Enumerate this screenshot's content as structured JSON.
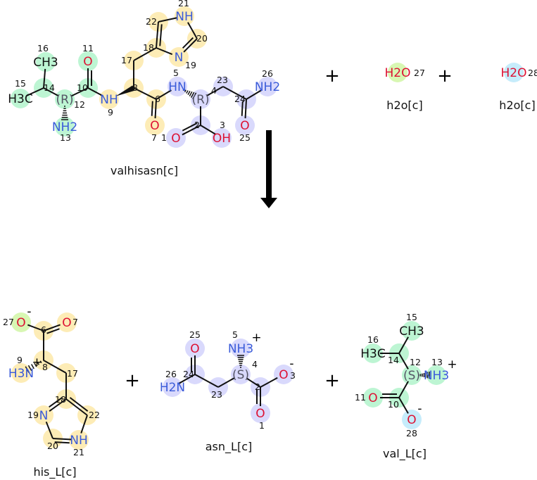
{
  "colors": {
    "green": "#bdf5d3",
    "yellow": "#fdecb6",
    "blue": "#d9d9fc",
    "lime": "#d8f7b3",
    "cyan": "#c6ecfb",
    "O": "#dd1133",
    "N": "#3a5bd9",
    "C": "#111111",
    "stereo": "#555566"
  },
  "reaction": {
    "plus": "+",
    "arrow": "reaction-arrow"
  },
  "molecules": [
    {
      "id": "valhisasn",
      "name": "valhisasn[c]",
      "atoms": [
        {
          "i": "16",
          "l": "CH3",
          "g": "green"
        },
        {
          "i": "14",
          "l": "",
          "g": "green"
        },
        {
          "i": "15",
          "l": "H3C",
          "g": "green"
        },
        {
          "i": "12",
          "l": "(R)",
          "g": "green"
        },
        {
          "i": "13",
          "l": "NH2",
          "g": "green"
        },
        {
          "i": "10",
          "l": "",
          "g": "green"
        },
        {
          "i": "11",
          "l": "O",
          "g": "green"
        },
        {
          "i": "9",
          "l": "NH",
          "g": "yellow"
        },
        {
          "i": "8",
          "l": "",
          "g": "yellow"
        },
        {
          "i": "17",
          "l": "",
          "g": "yellow"
        },
        {
          "i": "18",
          "l": "",
          "g": "yellow"
        },
        {
          "i": "22",
          "l": "",
          "g": "yellow"
        },
        {
          "i": "21",
          "l": "NH",
          "g": "yellow"
        },
        {
          "i": "20",
          "l": "",
          "g": "yellow"
        },
        {
          "i": "19",
          "l": "N",
          "g": "yellow"
        },
        {
          "i": "6",
          "l": "",
          "g": "yellow"
        },
        {
          "i": "7",
          "l": "O",
          "g": "yellow"
        },
        {
          "i": "5",
          "l": "HN",
          "g": "blue"
        },
        {
          "i": "4",
          "l": "(R)",
          "g": "blue"
        },
        {
          "i": "23",
          "l": "",
          "g": "blue"
        },
        {
          "i": "24",
          "l": "",
          "g": "blue"
        },
        {
          "i": "26",
          "l": "NH2",
          "g": "blue"
        },
        {
          "i": "25",
          "l": "O",
          "g": "blue"
        },
        {
          "i": "2",
          "l": "",
          "g": "blue"
        },
        {
          "i": "1",
          "l": "O",
          "g": "blue"
        },
        {
          "i": "3",
          "l": "OH",
          "g": "blue"
        }
      ]
    },
    {
      "id": "h2o27",
      "name": "h2o[c]",
      "atoms": [
        {
          "i": "27",
          "l": "H2O",
          "g": "lime"
        }
      ]
    },
    {
      "id": "h2o28",
      "name": "h2o[c]",
      "atoms": [
        {
          "i": "28",
          "l": "H2O",
          "g": "cyan"
        }
      ]
    },
    {
      "id": "his",
      "name": "his_L[c]",
      "atoms": [
        {
          "i": "27",
          "l": "O",
          "g": "lime",
          "c": "-"
        },
        {
          "i": "6",
          "l": "",
          "g": "yellow"
        },
        {
          "i": "7",
          "l": "O",
          "g": "yellow"
        },
        {
          "i": "8",
          "l": "",
          "g": "yellow"
        },
        {
          "i": "9",
          "l": "H3N",
          "g": "yellow",
          "c": "+"
        },
        {
          "i": "17",
          "l": "",
          "g": "yellow"
        },
        {
          "i": "18",
          "l": "",
          "g": "yellow"
        },
        {
          "i": "19",
          "l": "N",
          "g": "yellow"
        },
        {
          "i": "22",
          "l": "",
          "g": "yellow"
        },
        {
          "i": "20",
          "l": "",
          "g": "yellow"
        },
        {
          "i": "21",
          "l": "NH",
          "g": "yellow"
        }
      ]
    },
    {
      "id": "asn",
      "name": "asn_L[c]",
      "atoms": [
        {
          "i": "25",
          "l": "O",
          "g": "blue"
        },
        {
          "i": "24",
          "l": "",
          "g": "blue"
        },
        {
          "i": "26",
          "l": "H2N",
          "g": "blue"
        },
        {
          "i": "23",
          "l": "",
          "g": "blue"
        },
        {
          "i": "4",
          "l": "(S)",
          "g": "blue"
        },
        {
          "i": "5",
          "l": "NH3",
          "g": "blue",
          "c": "+"
        },
        {
          "i": "2",
          "l": "",
          "g": "blue"
        },
        {
          "i": "3",
          "l": "O",
          "g": "blue",
          "c": "-"
        },
        {
          "i": "1",
          "l": "O",
          "g": "blue"
        }
      ]
    },
    {
      "id": "val",
      "name": "val_L[c]",
      "atoms": [
        {
          "i": "15",
          "l": "CH3",
          "g": "green"
        },
        {
          "i": "16",
          "l": "H3C",
          "g": "green"
        },
        {
          "i": "14",
          "l": "",
          "g": "green"
        },
        {
          "i": "12",
          "l": "(S)",
          "g": "green"
        },
        {
          "i": "13",
          "l": "NH3",
          "g": "green",
          "c": "+"
        },
        {
          "i": "10",
          "l": "",
          "g": "green"
        },
        {
          "i": "11",
          "l": "O",
          "g": "green"
        },
        {
          "i": "28",
          "l": "O",
          "g": "cyan",
          "c": "-"
        }
      ]
    }
  ]
}
